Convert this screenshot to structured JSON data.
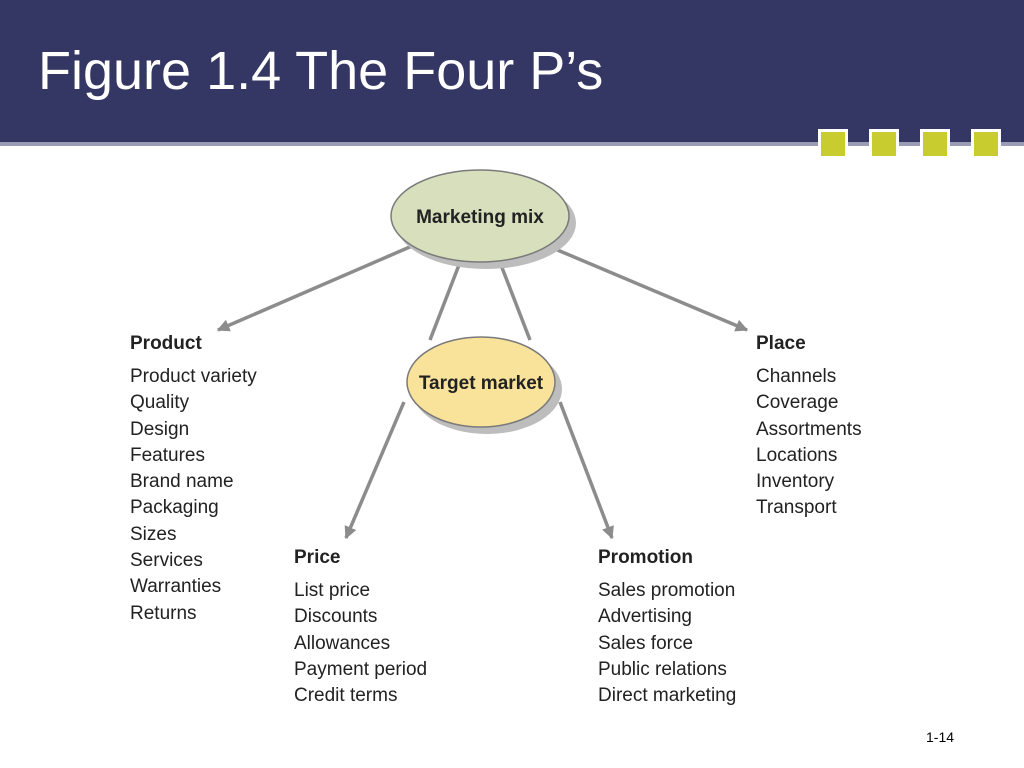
{
  "slide": {
    "title": "Figure 1.4 The Four P’s",
    "page_number": "1-14"
  },
  "colors": {
    "header_bg": "#343663",
    "header_rule": "#9a9bb5",
    "deco_square": "#c9cc2e",
    "mix_node": "#d8dfbd",
    "target_node": "#f9e39a",
    "arrow": "#8c8c8c"
  },
  "diagram": {
    "marketing_mix": "Marketing mix",
    "target_market": "Target market",
    "product": {
      "heading": "Product",
      "items": [
        "Product variety",
        "Quality",
        "Design",
        "Features",
        "Brand name",
        "Packaging",
        "Sizes",
        "Services",
        "Warranties",
        "Returns"
      ]
    },
    "price": {
      "heading": "Price",
      "items": [
        "List price",
        "Discounts",
        "Allowances",
        "Payment period",
        "Credit terms"
      ]
    },
    "promotion": {
      "heading": "Promotion",
      "items": [
        "Sales promotion",
        "Advertising",
        "Sales force",
        "Public relations",
        "Direct marketing"
      ]
    },
    "place": {
      "heading": "Place",
      "items": [
        "Channels",
        "Coverage",
        "Assortments",
        "Locations",
        "Inventory",
        "Transport"
      ]
    }
  }
}
